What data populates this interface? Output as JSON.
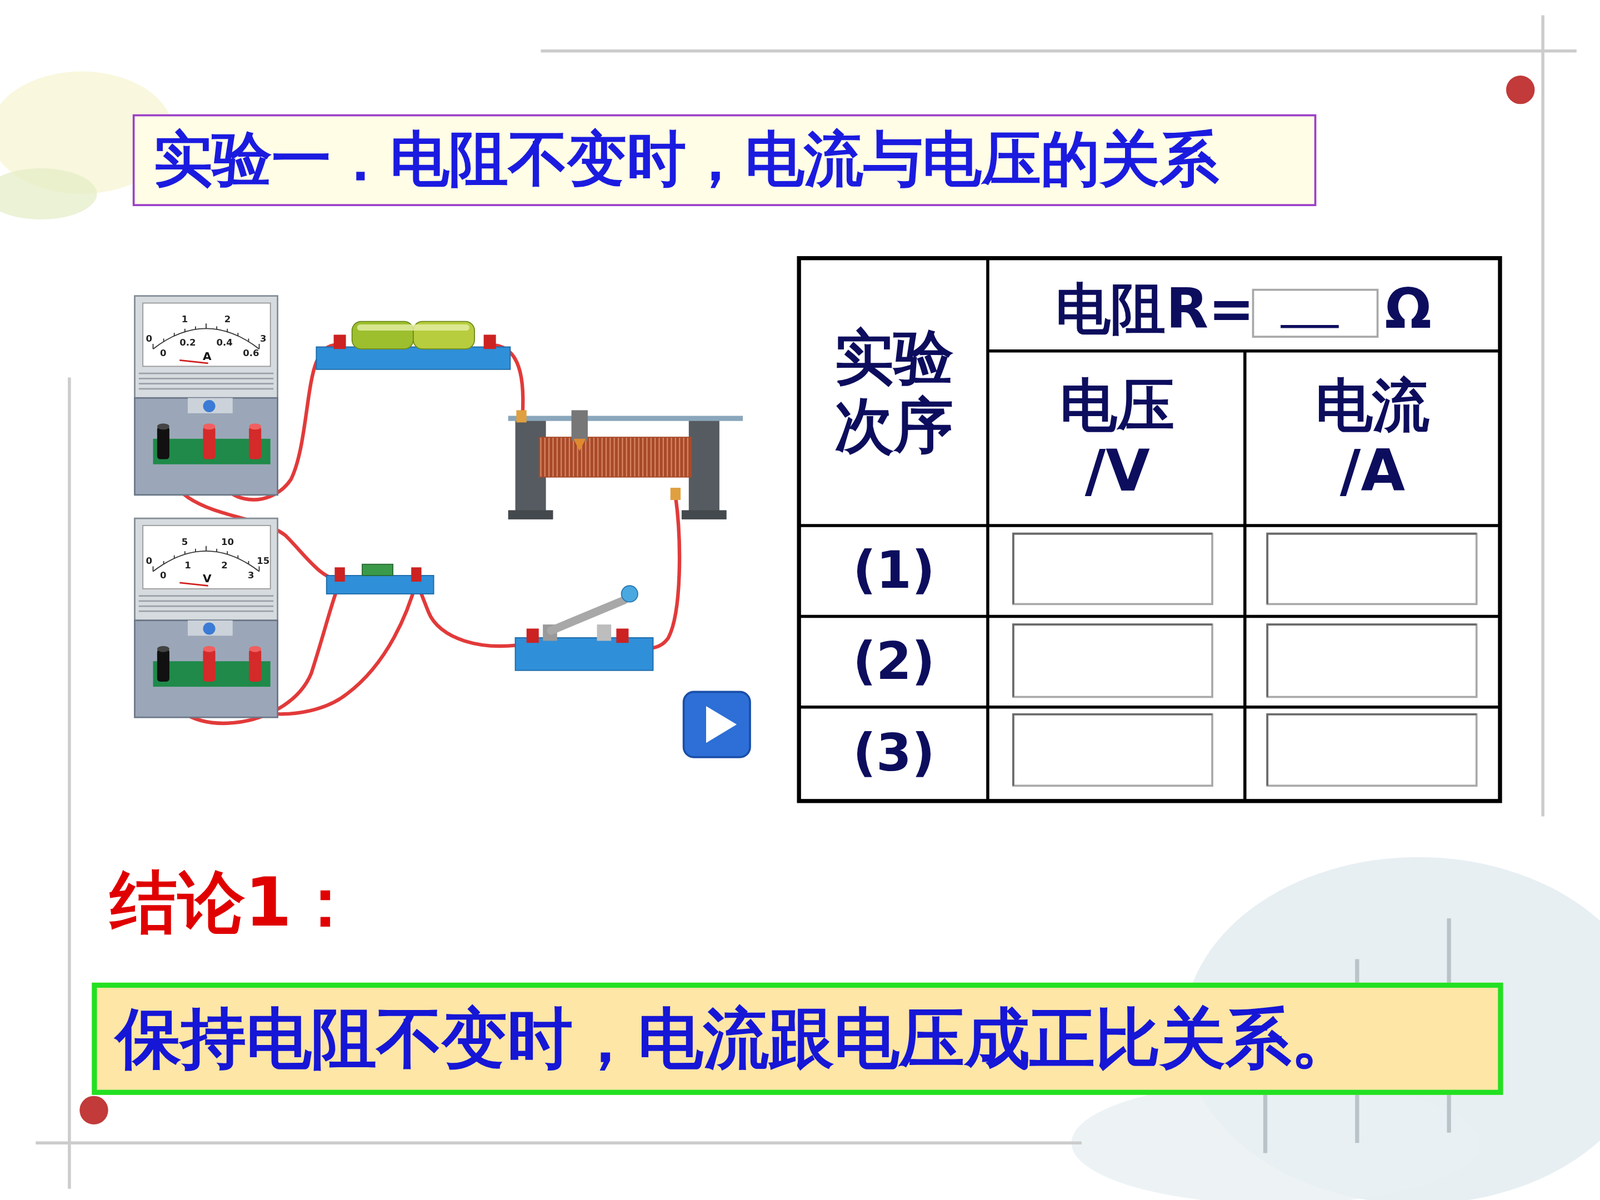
{
  "diagram": {
    "title": "实验一．电阻不变时，电流与电压的关系",
    "nodes": [
      {
        "text": [
          "保持电阻不变时，电流跟电压成正比关系。"
        ]
      }
    ],
    "labels": [
      "实验次序",
      "电阻R=",
      "Ω",
      "电压 /V",
      "电流 /A",
      "(1)",
      "(2)",
      "(3)",
      "结论1：",
      "0",
      "1",
      "2",
      "3",
      "0",
      "0.2",
      "0.4",
      "0.6",
      "A",
      "0",
      "5",
      "10",
      "15",
      "0",
      "1",
      "2",
      "3",
      "V"
    ]
  }
}
